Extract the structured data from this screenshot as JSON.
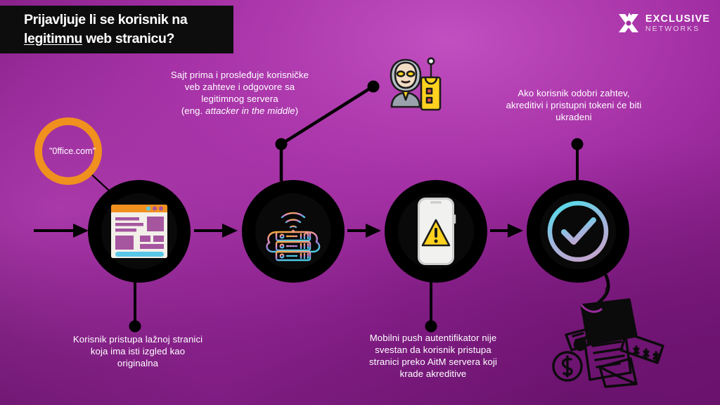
{
  "title": {
    "line1": "Prijavljuje li se korisnik na",
    "line2_underlined": "legitimnu",
    "line2_rest": " web stranicu?"
  },
  "brand": {
    "logo_icon": "exclusive-networks-x-logo",
    "name_line1": "EXCLUSIVE",
    "name_line2": "NETWORKS"
  },
  "domain_bubble": {
    "label": "\"0ffice.com\"",
    "ring_color": "#f0901f"
  },
  "callouts": {
    "aitm": {
      "line1": "Sajt prima i prosleđuje korisničke",
      "line2": "veb zahteve i odgovore sa",
      "line3": "legitimnog servera",
      "line4_prefix": "(eng. ",
      "line4_italic": "attacker in the middle",
      "line4_suffix": ")"
    },
    "stolen": {
      "line1": "Ako korisnik odobri zahtev,",
      "line2": "akreditivi i pristupni tokeni će biti",
      "line3": "ukradeni"
    },
    "fake_site": {
      "line1": "Korisnik pristupa lažnoj stranici",
      "line2": "koja ima isti izgled kao",
      "line3": "originalna"
    },
    "push_auth": {
      "line1": "Mobilni push autentifikator nije",
      "line2": "svestan da korisnik pristupa",
      "line3": "stranici preko AitM servera koji",
      "line4": "krade akreditive"
    }
  },
  "nodes": [
    {
      "id": "node-1",
      "icon": "browser-window-icon",
      "meaning": "fake-website"
    },
    {
      "id": "node-2",
      "icon": "cloud-server-wifi-icon",
      "meaning": "aitm-proxy-server"
    },
    {
      "id": "node-3",
      "icon": "smartphone-warning-icon",
      "meaning": "mobile-push-authenticator"
    },
    {
      "id": "node-4",
      "icon": "check-circle-icon",
      "meaning": "user-approves-request"
    }
  ],
  "figures": {
    "hacker": "hacker-with-radio-icon",
    "loot": "phishing-hook-stolen-credentials-icon"
  },
  "colors": {
    "background_magenta": "#9c2a9e",
    "background_dark": "#5d1260",
    "banner_black": "#0d0d0d",
    "accent_orange": "#f0901f",
    "accent_cyan": "#59d7e8",
    "accent_yellow": "#ffd21f",
    "text_white": "#ffffff"
  }
}
